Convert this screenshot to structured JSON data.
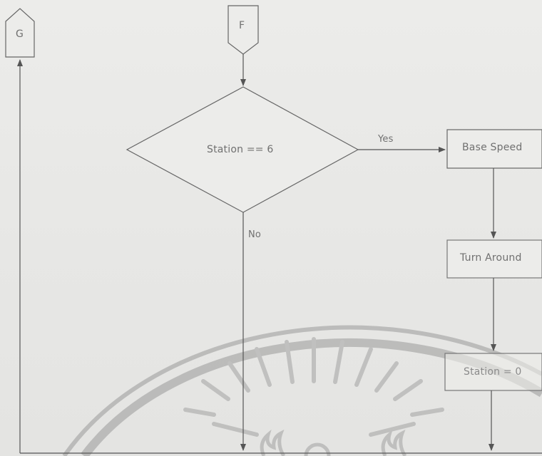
{
  "connectors": {
    "top_left": "G",
    "top_center": "F"
  },
  "decision": {
    "condition": "Station == 6",
    "yes_label": "Yes",
    "no_label": "No"
  },
  "process_steps": [
    {
      "label": "Base Speed"
    },
    {
      "label": "Turn Around"
    },
    {
      "label": "Station = 0"
    }
  ],
  "colors": {
    "line": "#555555",
    "shape_fill": "#ececea",
    "watermark": "#9a9a9a"
  }
}
